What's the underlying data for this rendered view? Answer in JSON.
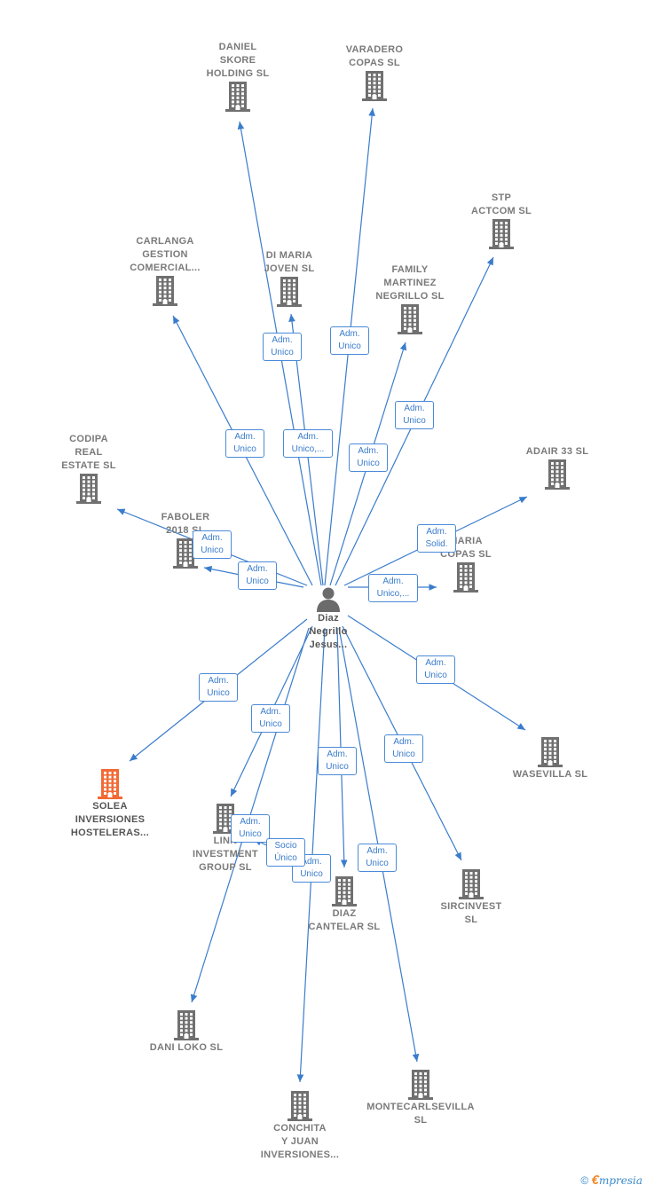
{
  "center": {
    "label": "Diaz\nNegrillo\nJesus..."
  },
  "companies": [
    {
      "id": "daniel",
      "label": "DANIEL\nSKORE\nHOLDING  SL"
    },
    {
      "id": "varadero",
      "label": "VARADERO\nCOPAS SL"
    },
    {
      "id": "stp",
      "label": "STP\nACTCOM  SL"
    },
    {
      "id": "carlanga",
      "label": "CARLANGA\nGESTION\nCOMERCIAL..."
    },
    {
      "id": "dimaria",
      "label": "DI MARIA\nJOVEN SL"
    },
    {
      "id": "family",
      "label": "FAMILY\nMARTINEZ\nNEGRILLO  SL"
    },
    {
      "id": "codipa",
      "label": "CODIPA\nREAL\nESTATE  SL"
    },
    {
      "id": "adair",
      "label": "ADAIR 33 SL"
    },
    {
      "id": "faboler",
      "label": "FABOLER\n2018  SL"
    },
    {
      "id": "mariacopas",
      "label": "MARIA\nCOPAS  SL"
    },
    {
      "id": "solea",
      "label": "SOLEA\nINVERSIONES\nHOSTELERAS..."
    },
    {
      "id": "wasevilla",
      "label": "WASEVILLA  SL"
    },
    {
      "id": "linn",
      "label": "LINN\nINVESTMENT\nGROUP  SL"
    },
    {
      "id": "diazcantelar",
      "label": "DIAZ\nCANTELAR  SL"
    },
    {
      "id": "sircinvest",
      "label": "SIRCINVEST\nSL"
    },
    {
      "id": "daniloko",
      "label": "DANI LOKO  SL"
    },
    {
      "id": "montecarl",
      "label": "MONTECARLSEVILLA\nSL"
    },
    {
      "id": "conchita",
      "label": "CONCHITA\nY JUAN\nINVERSIONES..."
    }
  ],
  "relations": [
    {
      "to": "daniel",
      "label": "Adm.\nUnico"
    },
    {
      "to": "varadero",
      "label": "Adm.\nUnico"
    },
    {
      "to": "stp",
      "label": "Adm.\nUnico"
    },
    {
      "to": "carlanga",
      "label": "Adm.\nUnico"
    },
    {
      "to": "dimaria",
      "label": "Adm.\nUnico,..."
    },
    {
      "to": "family",
      "label": "Adm.\nUnico"
    },
    {
      "to": "codipa",
      "label": "Adm.\nUnico"
    },
    {
      "to": "faboler",
      "label": "Adm.\nUnico"
    },
    {
      "to": "adair",
      "label": "Adm.\nSolid."
    },
    {
      "to": "mariacopas",
      "label": "Adm.\nUnico,..."
    },
    {
      "to": "solea",
      "label": "Adm.\nUnico"
    },
    {
      "to": "wasevilla",
      "label": "Adm.\nUnico"
    },
    {
      "to": "linn",
      "label": "Adm.\nUnico"
    },
    {
      "to": "diazcantelar",
      "label": "Adm.\nUnico"
    },
    {
      "to": "sircinvest",
      "label": "Adm.\nUnico"
    },
    {
      "to": "daniloko",
      "label": "Adm.\nUnico"
    },
    {
      "to": "montecarl",
      "label": "Adm.\nUnico"
    },
    {
      "to": "conchita",
      "label": "Adm.\nUnico"
    },
    {
      "to": "linn",
      "label": "Socio\nÚnico"
    }
  ],
  "colors": {
    "edge": "#3a7ccc",
    "building": "#707070",
    "highlight": "#f26a35",
    "person": "#6b6b6b"
  },
  "footer": {
    "copyright": "©",
    "brand_e": "€",
    "brand_rest": "mpresia"
  }
}
